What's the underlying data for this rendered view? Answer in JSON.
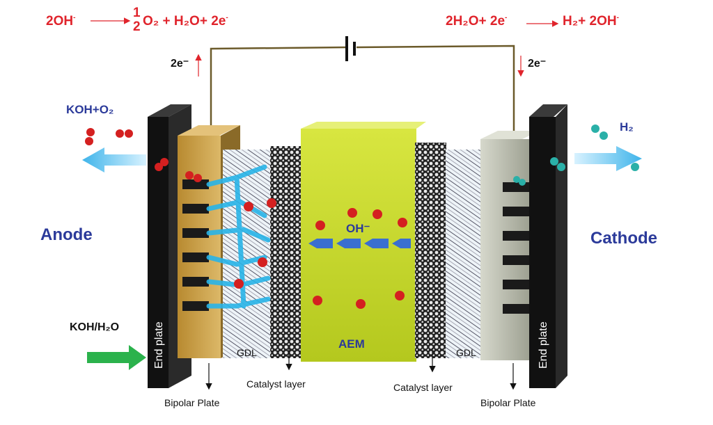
{
  "equations": {
    "anode": {
      "left": "2OH",
      "left_sup": "-",
      "half_num": "1",
      "half_den": "2",
      "right": "O₂ + H₂O+ 2e",
      "right_sup": "-"
    },
    "cathode": {
      "left": "2H₂O+ 2e",
      "left_sup": "-",
      "right": "H₂+ 2OH",
      "right_sup": "-"
    }
  },
  "electron_left": "2e⁻",
  "electron_right": "2e⁻",
  "labels": {
    "anode": "Anode",
    "cathode": "Cathode",
    "koh_o2": "KOH+O₂",
    "h2": "H₂",
    "koh_h2o": "KOH/H₂O",
    "oh": "OH⁻",
    "aem": "AEM",
    "gdl_left": "GDL",
    "gdl_right": "GDL",
    "catalyst_left": "Catalyst layer",
    "catalyst_right": "Catalyst layer",
    "bipolar_left": "Bipolar Plate",
    "bipolar_right": "Bipolar Plate",
    "end_plate_left": "End plate",
    "end_plate_right": "End plate"
  },
  "colors": {
    "equation": "#e0242c",
    "label": "#2b3a9a",
    "aem": "#c4d62a",
    "anode_plate": "#c9a24a",
    "cathode_plate": "#b9bcae",
    "flow_arrow": "#5bc8f0",
    "inlet_arrow": "#2bb24c"
  }
}
